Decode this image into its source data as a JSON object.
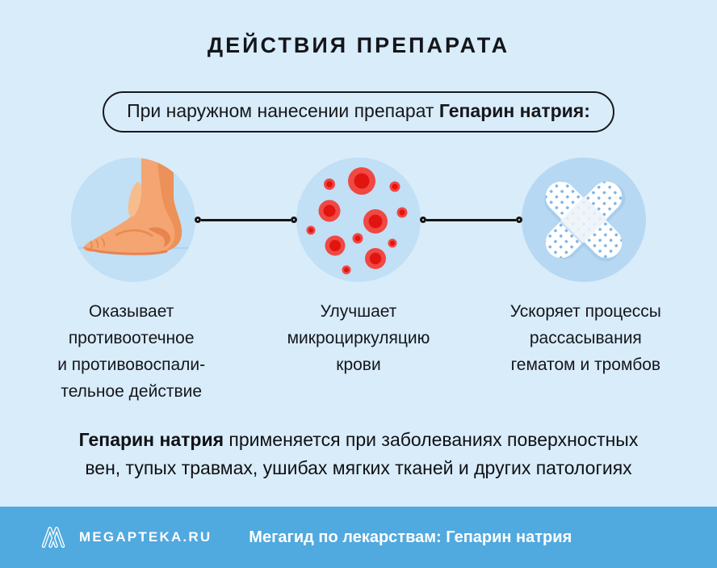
{
  "header": {
    "title": "ДЕЙСТВИЯ ПРЕПАРАТА"
  },
  "pill": {
    "normal": "При наружном нанесении препарат ",
    "bold": "Гепарин натрия:"
  },
  "steps": [
    {
      "icon": "foot-icon",
      "caption_lines": [
        "Оказывает",
        "противоотечное",
        "и противовоспали-",
        "тельное действие"
      ]
    },
    {
      "icon": "blood-cells-icon",
      "caption_lines": [
        "Улучшает",
        "микроциркуляцию",
        "крови"
      ]
    },
    {
      "icon": "crossed-bandages-icon",
      "caption_lines": [
        "Ускоряет процессы",
        "рассасывания",
        "гематом и тромбов"
      ]
    }
  ],
  "summary": {
    "line1_bold": "Гепарин натрия",
    "line1_rest": " применяется при заболеваниях поверхностных",
    "line2": "вен, тупых травмах, ушибах мягких тканей и других патологиях"
  },
  "footer": {
    "logo": "megapteka-logo",
    "brand": "MEGAPTEKA.RU",
    "tagline": "Мегагид по лекарствам: Гепарин натрия"
  },
  "colors": {
    "background": "#D8ECFA",
    "circle_light": "#C1DFF5",
    "circle_deep": "#B6D8F3",
    "footer_bar": "#50A9DF",
    "text_dark": "#16171B",
    "blood_cell_outer": "#F04843",
    "blood_cell_inner": "#E2140F",
    "skin": "#F4A571",
    "bandage_dots": "#7EB4E4"
  }
}
